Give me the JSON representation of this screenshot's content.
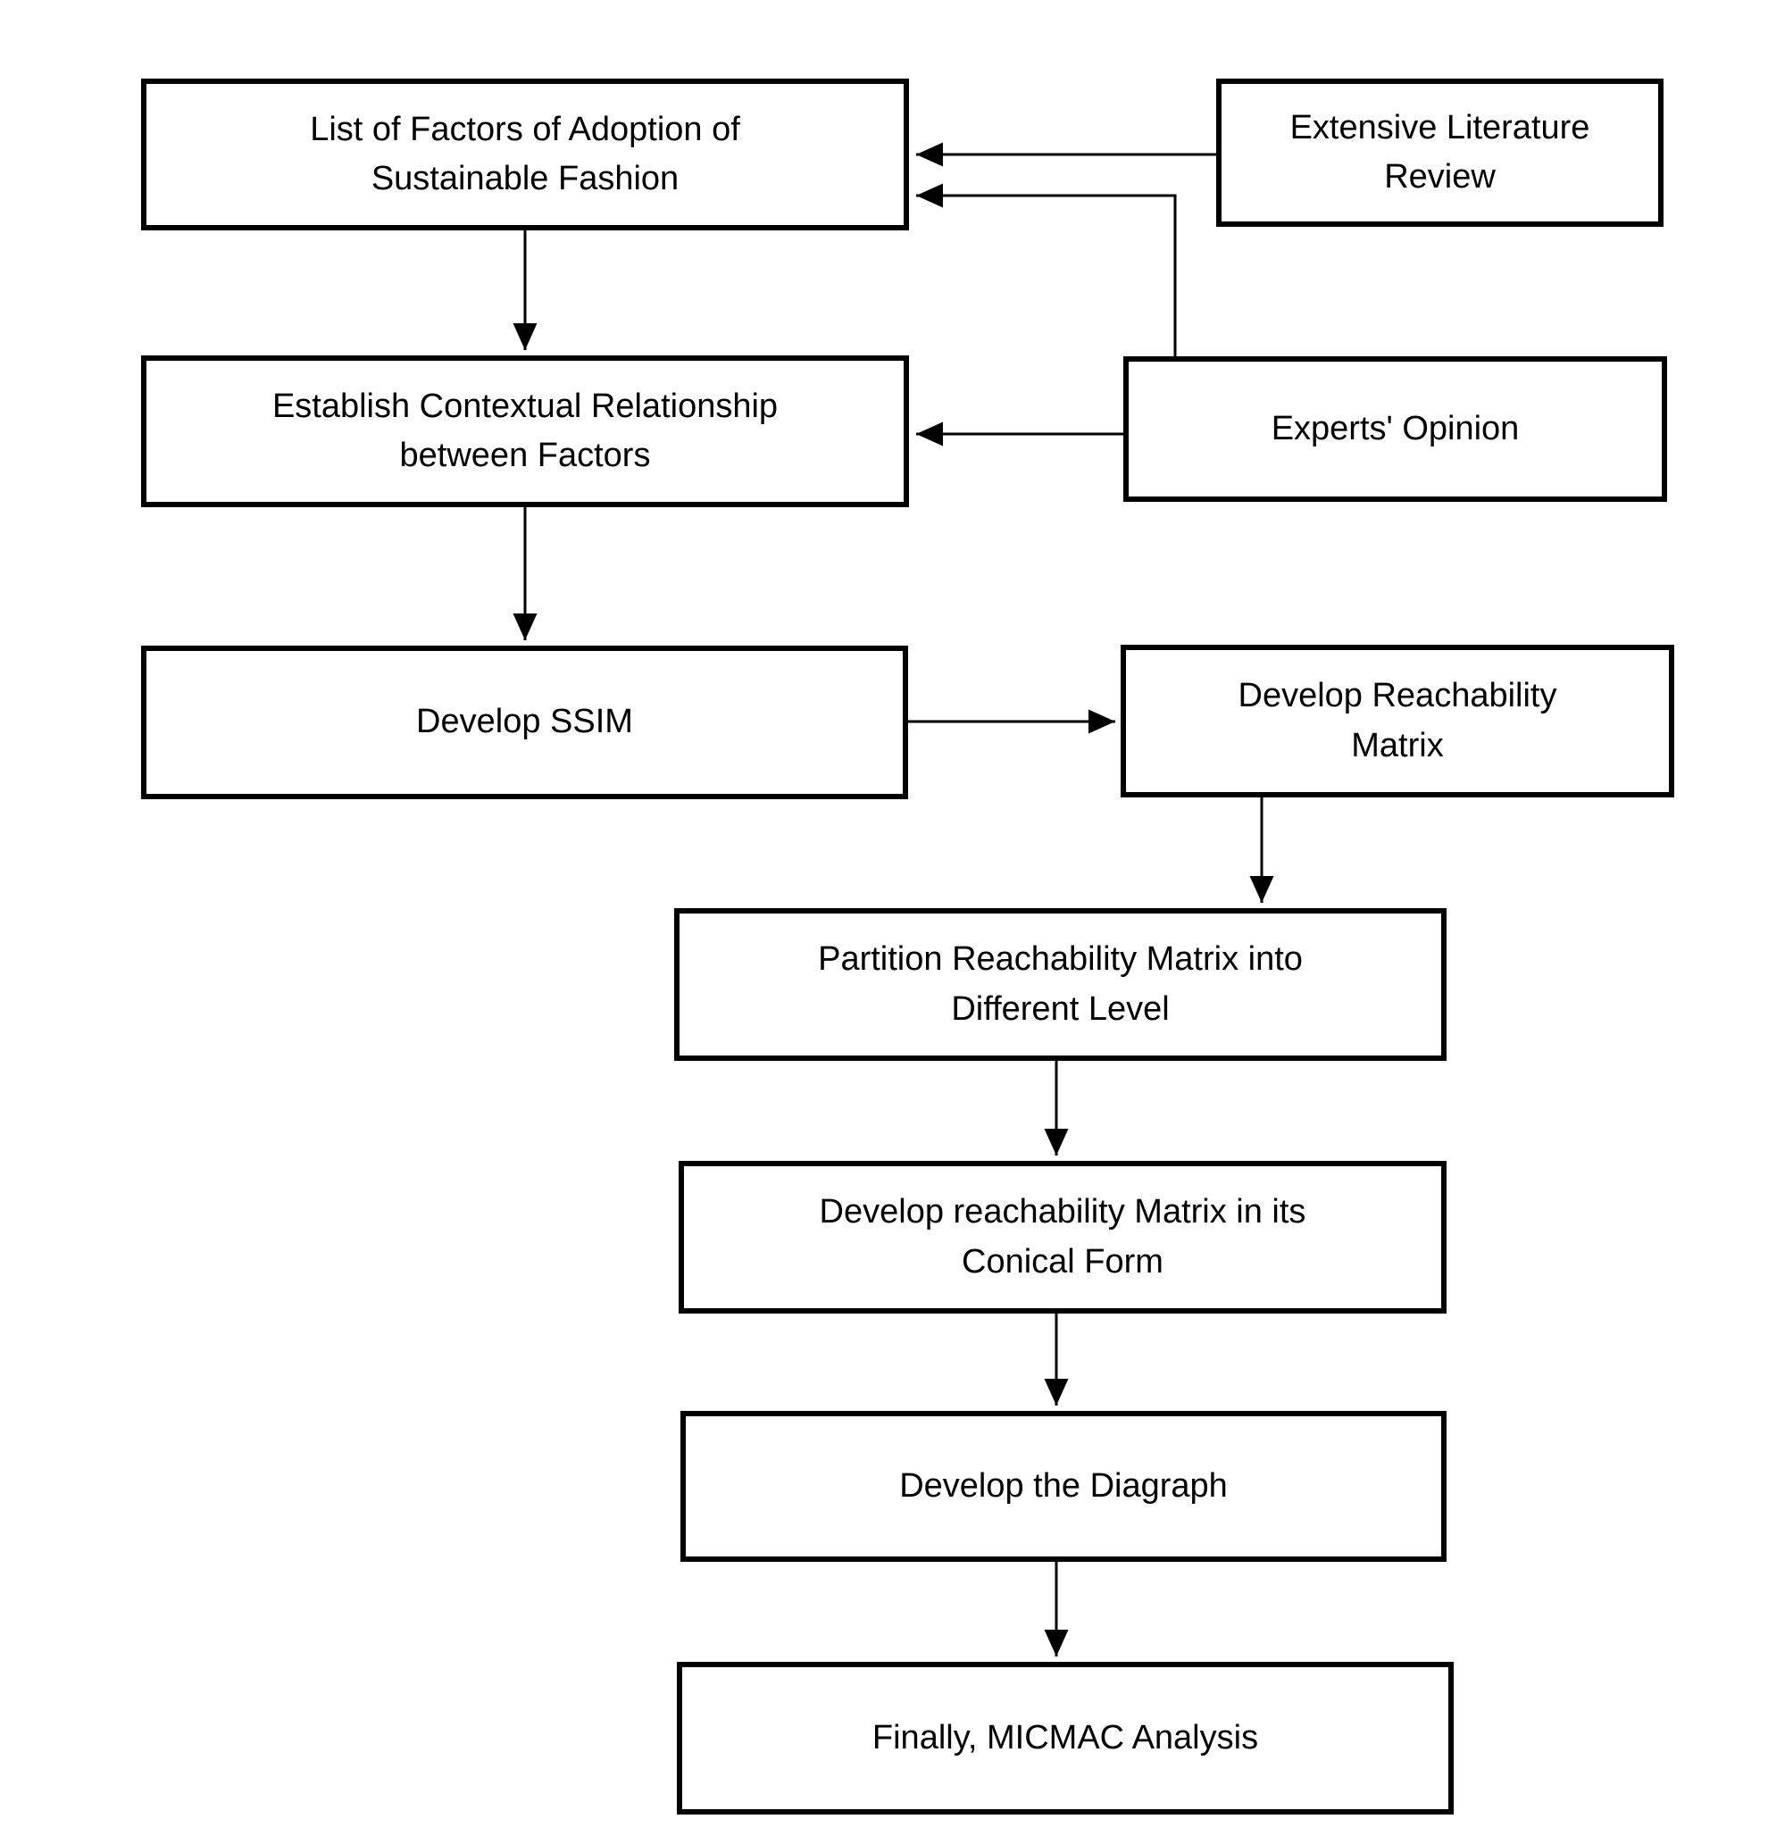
{
  "colors": {
    "background": "#ffffff",
    "box_border": "#000000",
    "text": "#000000",
    "arrow": "#000000"
  },
  "nodes": [
    {
      "id": "list-of-factors",
      "lines": [
        "List of Factors of Adoption of",
        "Sustainable Fashion"
      ]
    },
    {
      "id": "extensive-literature-review",
      "lines": [
        "Extensive Literature",
        "Review"
      ]
    },
    {
      "id": "establish-contextual-relationship",
      "lines": [
        "Establish Contextual Relationship",
        "between Factors"
      ]
    },
    {
      "id": "experts-opinion",
      "lines": [
        "Experts' Opinion"
      ]
    },
    {
      "id": "develop-ssim",
      "lines": [
        "Develop SSIM"
      ]
    },
    {
      "id": "develop-reachability-matrix",
      "lines": [
        "Develop Reachability",
        "Matrix"
      ]
    },
    {
      "id": "partition-reachability-matrix",
      "lines": [
        "Partition Reachability Matrix into",
        "Different Level"
      ]
    },
    {
      "id": "develop-conical-form",
      "lines": [
        "Develop reachability Matrix in its",
        "Conical Form"
      ]
    },
    {
      "id": "develop-diagraph",
      "lines": [
        "Develop the Diagraph"
      ]
    },
    {
      "id": "micmac-analysis",
      "lines": [
        "Finally, MICMAC Analysis"
      ]
    }
  ],
  "edges": [
    {
      "from": "extensive-literature-review",
      "to": "list-of-factors"
    },
    {
      "from": "experts-opinion",
      "to": "list-of-factors"
    },
    {
      "from": "list-of-factors",
      "to": "establish-contextual-relationship"
    },
    {
      "from": "experts-opinion",
      "to": "establish-contextual-relationship"
    },
    {
      "from": "establish-contextual-relationship",
      "to": "develop-ssim"
    },
    {
      "from": "develop-ssim",
      "to": "develop-reachability-matrix"
    },
    {
      "from": "develop-reachability-matrix",
      "to": "partition-reachability-matrix"
    },
    {
      "from": "partition-reachability-matrix",
      "to": "develop-conical-form"
    },
    {
      "from": "develop-conical-form",
      "to": "develop-diagraph"
    },
    {
      "from": "develop-diagraph",
      "to": "micmac-analysis"
    }
  ]
}
